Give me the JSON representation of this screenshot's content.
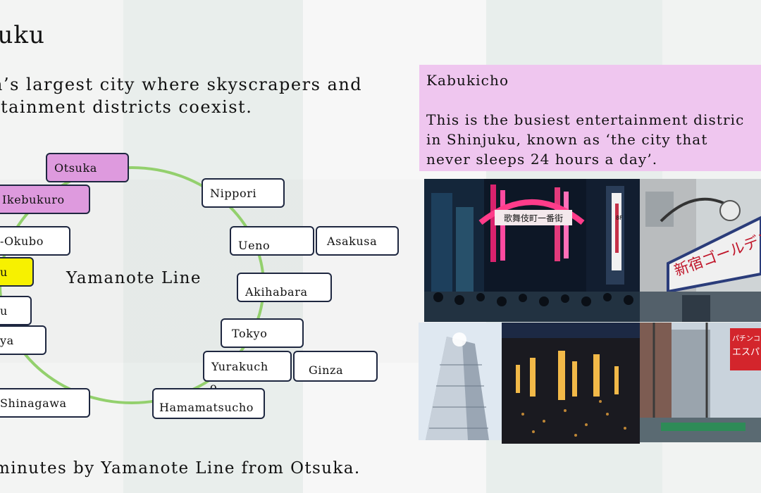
{
  "slide": {
    "title": "njuku",
    "subtitle_line1": "n’s largest city where skyscrapers and",
    "subtitle_line2": "rtainment districts coexist.",
    "footer": "minutes by Yamanote Line from Otsuka."
  },
  "diagram": {
    "line_label": "Yamanote Line",
    "stations": {
      "otsuka": "Otsuka",
      "ikebukuro": "Ikebukuro",
      "shin_okubo": "-Okubo",
      "shinjuku": "u",
      "yoyogi": "u",
      "shibuya": "ya",
      "shinagawa": "Shinagawa",
      "nippori": "Nippori",
      "ueno": "Ueno",
      "asakusa": "Asakusa",
      "akihabara": "Akihabara",
      "tokyo": "Tokyo",
      "ginza": "Ginza",
      "yurakucho": "Yurakuch",
      "yurakucho_tail": "o",
      "hamamatsucho": "Hamamatsucho"
    },
    "colors": {
      "ring": "#93d06d",
      "highlight_pink": "#de9ade",
      "highlight_yellow": "#f7f100"
    }
  },
  "info": {
    "heading": "Kabukicho",
    "line1": "This is the busiest entertainment distric",
    "line2": "in Shinjuku, known as  ‘the city that",
    "line3": "never sleeps 24 hours a day’.",
    "background": "#efc6ef"
  },
  "photos": {
    "kabukicho_gate_sign": "歌舞伎町一番街",
    "kabukicho_side_sign": "8F",
    "golden_gai_sign": "新宿ゴールデン",
    "billboard_sign": "エスパ",
    "billboard_top": "パチンコ"
  }
}
